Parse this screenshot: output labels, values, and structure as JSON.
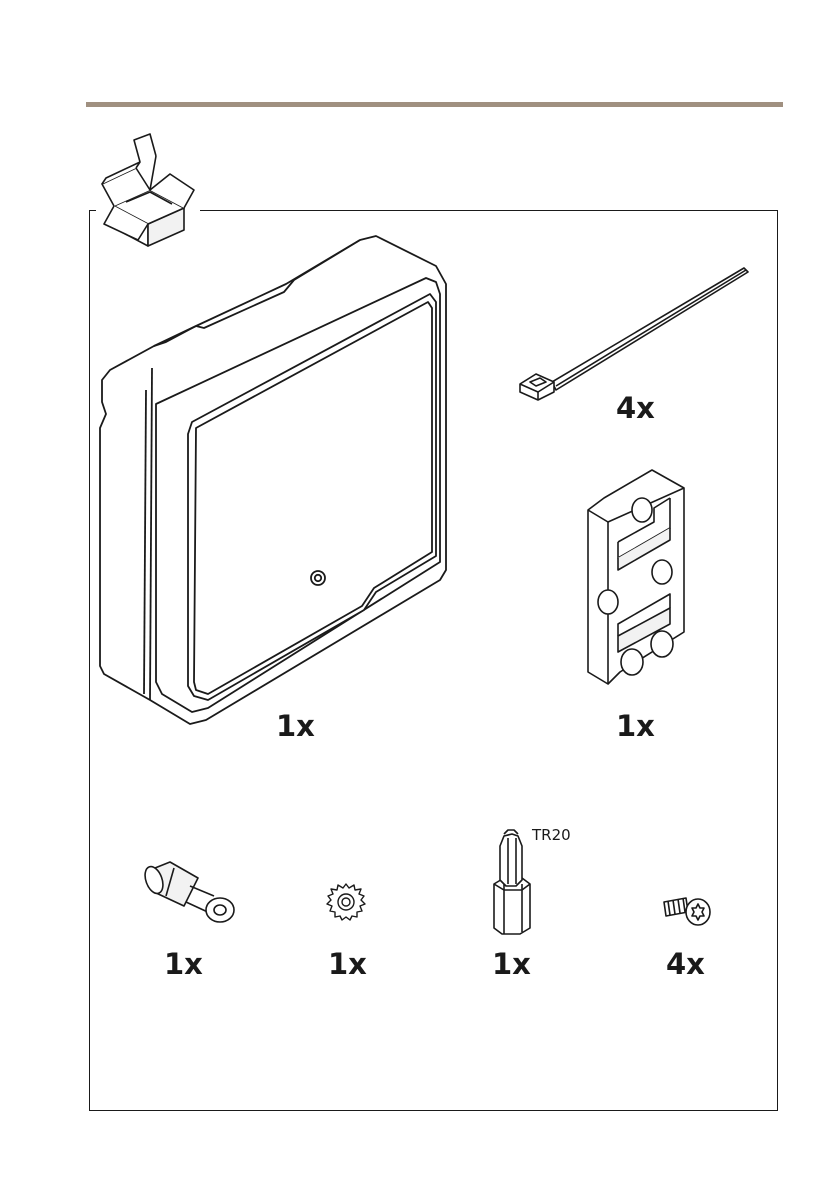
{
  "contents": [
    {
      "id": "enclosure",
      "icon": "enclosure-icon",
      "quantity": "1x"
    },
    {
      "id": "cable-tie",
      "icon": "cable-tie-icon",
      "quantity": "4x"
    },
    {
      "id": "din-rail-clip",
      "icon": "din-rail-clip-icon",
      "quantity": "1x"
    },
    {
      "id": "ring-terminal",
      "icon": "ring-terminal-icon",
      "quantity": "1x"
    },
    {
      "id": "lock-washer",
      "icon": "lock-washer-icon",
      "quantity": "1x"
    },
    {
      "id": "bit",
      "icon": "torx-bit-icon",
      "quantity": "1x",
      "label": "TR20"
    },
    {
      "id": "screw",
      "icon": "screw-icon",
      "quantity": "4x"
    }
  ],
  "colors": {
    "rule": "#a09080",
    "line": "#1a1a1a",
    "fill_light": "#f2f2f2"
  }
}
